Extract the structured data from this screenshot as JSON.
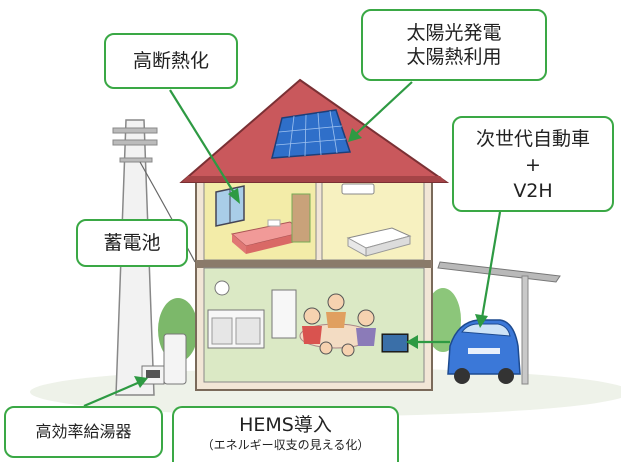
{
  "callouts": {
    "insulation": {
      "label": "高断熱化"
    },
    "solar": {
      "line1": "太陽光発電",
      "line2": "太陽熱利用"
    },
    "ev": {
      "line1": "次世代自動車",
      "line2": "+",
      "line3": "V2H"
    },
    "battery": {
      "label": "蓄電池"
    },
    "water_heater": {
      "label": "高効率給湯器"
    },
    "hems": {
      "title": "HEMS導入",
      "subtitle": "（エネルギー収支の見える化）"
    }
  },
  "colors": {
    "callout_border": "#3aa845",
    "roof": "#c9585c",
    "wall": "#f2e6d6",
    "upper_floor": "#f3eca8",
    "lower_floor": "#dbe9c5",
    "solar_panel": "#2f6fc9",
    "car": "#3b78d8",
    "arrow": "#2e9a43"
  }
}
